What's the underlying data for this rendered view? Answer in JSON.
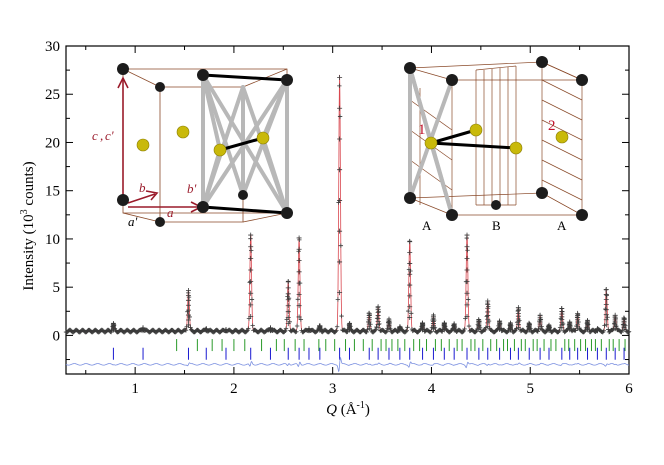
{
  "chart_data": {
    "type": "scatter",
    "title": "",
    "xlabel": "Q (Å⁻¹)",
    "xlabel_parts": {
      "q": "Q",
      "unit_open": " (Å",
      "unit_sup": "-1",
      "unit_close": ")"
    },
    "ylabel_parts": {
      "pre": "Intensity (10",
      "sup": "3",
      "post": " counts)"
    },
    "xlim": [
      0.3,
      6.0
    ],
    "ylim": [
      -4.0,
      30.0
    ],
    "x_ticks": [
      1,
      2,
      3,
      4,
      5,
      6
    ],
    "y_ticks": [
      0,
      5,
      10,
      15,
      20,
      25,
      30
    ],
    "grid": false,
    "background_level": 0.45,
    "peaks": [
      {
        "x": 0.78,
        "y": 1.2
      },
      {
        "x": 1.08,
        "y": 0.8
      },
      {
        "x": 1.54,
        "y": 4.7
      },
      {
        "x": 1.72,
        "y": 0.7
      },
      {
        "x": 1.92,
        "y": 0.6
      },
      {
        "x": 2.17,
        "y": 10.5
      },
      {
        "x": 2.37,
        "y": 0.8
      },
      {
        "x": 2.55,
        "y": 5.6
      },
      {
        "x": 2.66,
        "y": 10.2
      },
      {
        "x": 2.76,
        "y": 0.7
      },
      {
        "x": 2.87,
        "y": 1.0
      },
      {
        "x": 3.07,
        "y": 27.0
      },
      {
        "x": 3.17,
        "y": 1.2
      },
      {
        "x": 3.37,
        "y": 2.3
      },
      {
        "x": 3.46,
        "y": 3.0
      },
      {
        "x": 3.57,
        "y": 1.6
      },
      {
        "x": 3.68,
        "y": 0.9
      },
      {
        "x": 3.78,
        "y": 9.8
      },
      {
        "x": 3.91,
        "y": 1.3
      },
      {
        "x": 4.02,
        "y": 2.0
      },
      {
        "x": 4.13,
        "y": 1.3
      },
      {
        "x": 4.23,
        "y": 1.2
      },
      {
        "x": 4.36,
        "y": 10.5
      },
      {
        "x": 4.48,
        "y": 1.6
      },
      {
        "x": 4.57,
        "y": 3.6
      },
      {
        "x": 4.69,
        "y": 1.5
      },
      {
        "x": 4.8,
        "y": 1.2
      },
      {
        "x": 4.88,
        "y": 2.9
      },
      {
        "x": 4.99,
        "y": 1.2
      },
      {
        "x": 5.1,
        "y": 2.1
      },
      {
        "x": 5.19,
        "y": 1.0
      },
      {
        "x": 5.32,
        "y": 2.8
      },
      {
        "x": 5.4,
        "y": 1.4
      },
      {
        "x": 5.48,
        "y": 2.3
      },
      {
        "x": 5.58,
        "y": 1.5
      },
      {
        "x": 5.68,
        "y": 0.7
      },
      {
        "x": 5.77,
        "y": 4.8
      },
      {
        "x": 5.86,
        "y": 2.1
      },
      {
        "x": 5.95,
        "y": 1.8
      }
    ],
    "series": [
      {
        "role": "observed",
        "marker": "+",
        "color": "#3a3a3a"
      },
      {
        "role": "calculated",
        "color": "#d9474f"
      },
      {
        "role": "reflections-phase-1",
        "color": "#2a9a2a",
        "y": -1.0
      },
      {
        "role": "reflections-phase-2",
        "color": "#1a1ad0",
        "y": -1.9
      },
      {
        "role": "difference",
        "color": "#7a8fe0",
        "y": -3.0
      }
    ],
    "reflections_phase_1": [
      1.42,
      1.63,
      1.78,
      1.88,
      2.0,
      2.11,
      2.28,
      2.43,
      2.51,
      2.62,
      2.71,
      2.86,
      2.93,
      3.02,
      3.13,
      3.22,
      3.31,
      3.4,
      3.49,
      3.54,
      3.6,
      3.66,
      3.73,
      3.82,
      3.88,
      3.95,
      4.04,
      4.1,
      4.18,
      4.26,
      4.31,
      4.4,
      4.44,
      4.52,
      4.6,
      4.66,
      4.73,
      4.77,
      4.84,
      4.91,
      4.95,
      5.03,
      5.07,
      5.14,
      5.21,
      5.26,
      5.35,
      5.39,
      5.45,
      5.51,
      5.56,
      5.62,
      5.66,
      5.72,
      5.8,
      5.84,
      5.9,
      5.96
    ],
    "reflections_phase_2": [
      0.78,
      1.08,
      1.54,
      1.72,
      1.92,
      2.17,
      2.37,
      2.55,
      2.66,
      2.76,
      2.87,
      3.07,
      3.17,
      3.37,
      3.46,
      3.57,
      3.68,
      3.78,
      3.91,
      4.02,
      4.13,
      4.23,
      4.36,
      4.48,
      4.57,
      4.69,
      4.8,
      4.88,
      4.99,
      5.1,
      5.19,
      5.32,
      5.4,
      5.48,
      5.58,
      5.68,
      5.77,
      5.86,
      5.95
    ],
    "insets": {
      "left": {
        "labels": [
          "c",
          "c'",
          "b",
          "b'",
          "a'",
          "a"
        ]
      },
      "right": {
        "labels": [
          "1",
          "2",
          "A",
          "B",
          "A"
        ]
      }
    }
  }
}
